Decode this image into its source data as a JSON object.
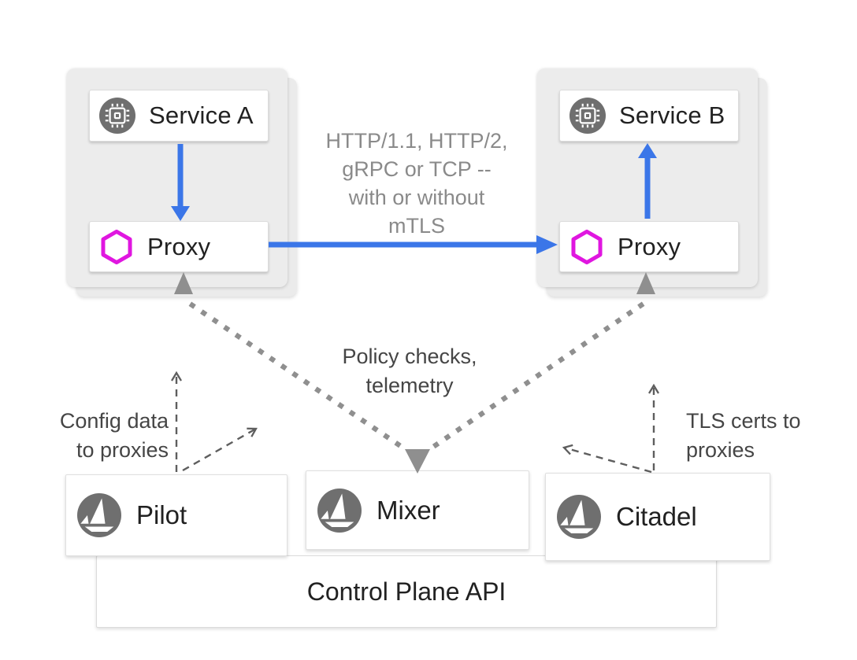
{
  "pods": {
    "left": {
      "service_label": "Service A",
      "proxy_label": "Proxy"
    },
    "right": {
      "service_label": "Service B",
      "proxy_label": "Proxy"
    }
  },
  "annotations": {
    "protocols_lines": [
      "HTTP/1.1, HTTP/2,",
      "gRPC or TCP --",
      "with or without",
      "mTLS"
    ],
    "policy_lines": [
      "Policy checks,",
      "telemetry"
    ],
    "config_lines": [
      "Config data",
      "to proxies"
    ],
    "tls_lines": [
      "TLS certs to",
      "proxies"
    ]
  },
  "control_plane": {
    "components": [
      {
        "label": "Pilot"
      },
      {
        "label": "Mixer"
      },
      {
        "label": "Citadel"
      }
    ],
    "api_label": "Control Plane API"
  },
  "icons": {
    "service": "chip-icon",
    "proxy": "hexagon-icon",
    "component": "istio-sail-icon"
  },
  "colors": {
    "traffic_arrow_blue": "#3B76E8",
    "proxy_hexagon_magenta": "#E016E0",
    "icon_circle_gray": "#6F6F6F",
    "pod_background": "#ECECEC",
    "dotted_line_gray": "#8F8F8F",
    "dashed_line_gray": "#5E5E5E",
    "annotation_light_gray": "#8A8A8A",
    "annotation_dark_gray": "#454545",
    "text_dark": "#212121"
  }
}
